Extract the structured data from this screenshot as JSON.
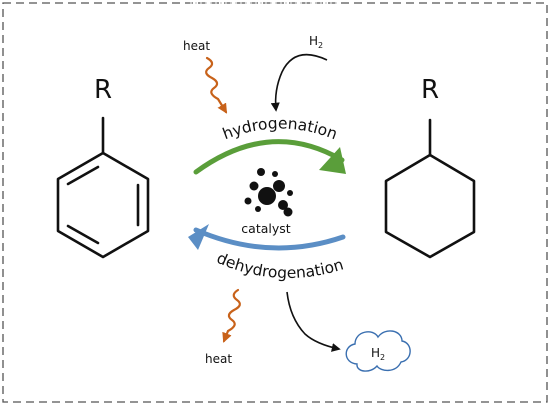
{
  "labels": {
    "left_substituent": "R",
    "right_substituent": "R",
    "heat_top": "heat",
    "heat_bottom": "heat",
    "h2_top": "H",
    "h2_top_sub": "2",
    "forward_process": "hydrogenation",
    "reverse_process": "dehydrogenation",
    "catalyst": "catalyst",
    "h2_released": "H",
    "h2_released_sub": "2"
  },
  "colors": {
    "hydrogenation_arrow": "#5a9e3a",
    "dehydrogenation_arrow": "#5b8ec5",
    "heat_arrow": "#c8621a",
    "structure_line": "#111111",
    "frame": "#555555"
  },
  "icons": {
    "catalyst": "catalyst-particles-icon",
    "cloud": "cloud-icon"
  }
}
